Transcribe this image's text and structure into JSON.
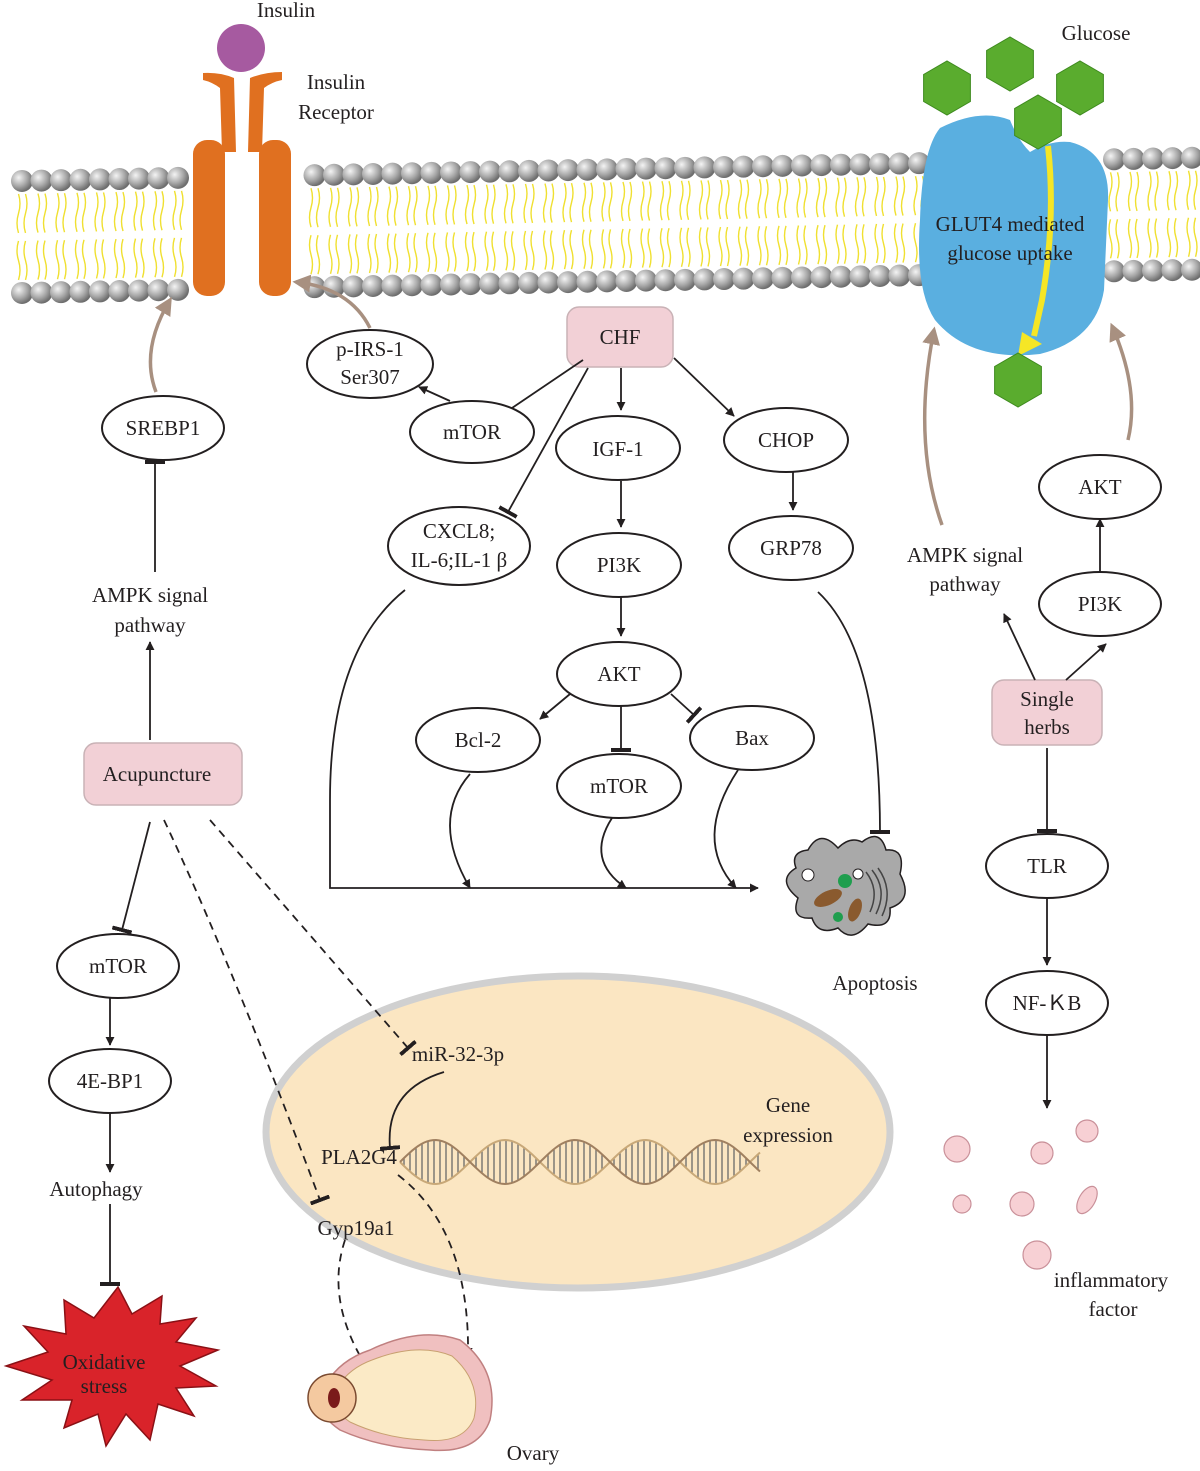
{
  "labels": {
    "insulin": "Insulin",
    "insulin_receptor": [
      "Insulin",
      "Receptor"
    ],
    "glucose": "Glucose",
    "glut4": [
      "GLUT4 mediated",
      "glucose uptake"
    ],
    "chf": "CHF",
    "p_irs1": [
      "p-IRS-1",
      "Ser307"
    ],
    "mtor_top": "mTOR",
    "igf1": "IGF-1",
    "chop": "CHOP",
    "cxcl8": [
      "CXCL8;",
      "IL-6;IL-1 β"
    ],
    "pi3k_mid": "PI3K",
    "grp78": "GRP78",
    "akt_mid": "AKT",
    "bcl2": "Bcl-2",
    "bax": "Bax",
    "mtor_mid": "mTOR",
    "apoptosis": "Apoptosis",
    "srebp1": "SREBP1",
    "ampk_left": [
      "AMPK signal",
      "pathway"
    ],
    "acupuncture": "Acupuncture",
    "mtor_left": "mTOR",
    "ebp1": "4E-BP1",
    "autophagy": "Autophagy",
    "oxidative": [
      "Oxidative",
      "stress"
    ],
    "mir": "miR-32-3p",
    "pla2g4": "PLA2G4",
    "gyp19a1": "Gyp19a1",
    "gene_expression": [
      "Gene",
      "expression"
    ],
    "ovary": "Ovary",
    "ampk_right": [
      "AMPK signal",
      "pathway"
    ],
    "akt_right": "AKT",
    "pi3k_right": "PI3K",
    "single_herbs": [
      "Single",
      "herbs"
    ],
    "tlr": "TLR",
    "nfkb": "NF-ＫB",
    "inflammatory": [
      "inflammatory",
      "factor"
    ]
  },
  "colors": {
    "insulin": "#a65aa0",
    "receptor": "#e07020",
    "glut4": "#5aafe0",
    "glucose": "#5aac2e",
    "lipid_head": "#a0a0a0",
    "lipid_tail": "#f0e030",
    "pink_box": "#f2d0d6",
    "nucleus": "#fbe6c2",
    "oxidative": "#d9232a",
    "arrow_brown": "#a89080"
  }
}
